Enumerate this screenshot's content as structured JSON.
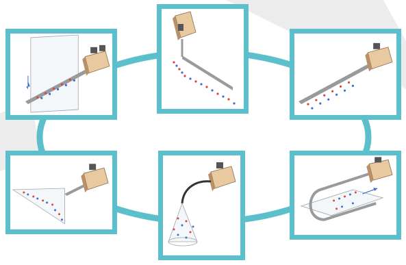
{
  "diagram": {
    "type": "cycle",
    "panel_count": 6,
    "colors": {
      "frame": "#5bbfcc",
      "connector_ring": "#5bbfcc",
      "background_streak": "#e6e6e6",
      "particle_red": "#d9463c",
      "particle_blue": "#3b6fd1",
      "motor_body": "#e8c9a0",
      "motor_shadow": "#b8916a",
      "tube": "#9a9a9a",
      "flexible_hose": "#333333"
    },
    "panels": [
      {
        "id": "vertical-sheet",
        "icon": "motor-rod-through-vertical-sheet-icon",
        "arrow": "down"
      },
      {
        "id": "vertical-drop",
        "icon": "vertical-motor-angled-rod-icon",
        "arrow": "none"
      },
      {
        "id": "diagonal-rod",
        "icon": "motor-diagonal-rod-icon",
        "arrow": "none"
      },
      {
        "id": "cone-sheet",
        "icon": "motor-with-triangular-sheet-icon",
        "arrow": "none"
      },
      {
        "id": "flexible-cone",
        "icon": "motor-flexible-hose-cone-icon",
        "arrow": "none"
      },
      {
        "id": "loop-plate",
        "icon": "motor-looped-tube-plate-icon",
        "arrow": "right"
      }
    ]
  }
}
